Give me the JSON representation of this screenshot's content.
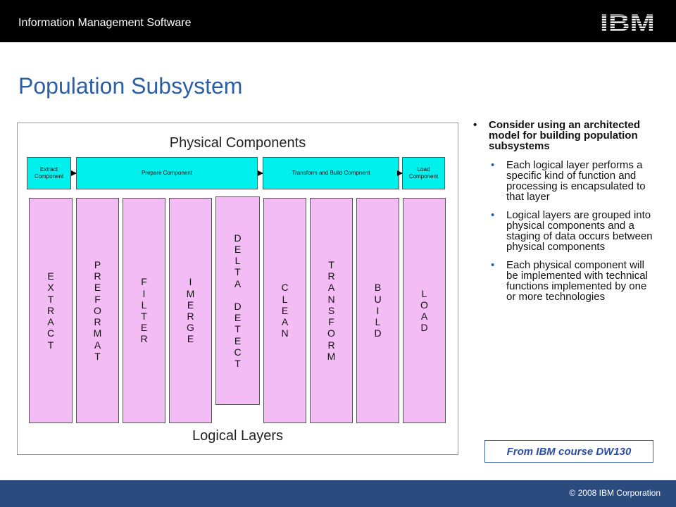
{
  "header": {
    "text": "Information Management Software",
    "logo": "IBM"
  },
  "slide_title": "Population Subsystem",
  "diagram": {
    "physical_title": "Physical Components",
    "logical_title": "Logical Layers",
    "components": [
      {
        "label": "Extract Component"
      },
      {
        "label": "Prepare Component"
      },
      {
        "label": "Transform and Build Compnent"
      },
      {
        "label": "Load Component"
      }
    ],
    "layers": [
      "EXTRACT",
      "PREFORMAT",
      "FILTER",
      "IMERGE",
      "DELTA DETECT",
      "CLEAN",
      "TRANSFORM",
      "BUILD",
      "LOAD"
    ]
  },
  "bullets": {
    "main": "Consider using an architected model for building population subsystems",
    "sub": [
      "Each logical layer performs a specific kind of function and processing is encapsulated to that layer",
      " Logical layers are grouped into physical components and a staging of data occurs between physical components",
      "Each physical component will be implemented with technical functions implemented by one or more technologies"
    ]
  },
  "source": "From IBM course DW130",
  "footer": {
    "copyright": "© 2008 IBM Corporation"
  },
  "colors": {
    "title": "#2a5fa8",
    "component_fill": "#00f0ee",
    "layer_fill": "#f4bcf4",
    "footer": "#2b4a7e"
  }
}
